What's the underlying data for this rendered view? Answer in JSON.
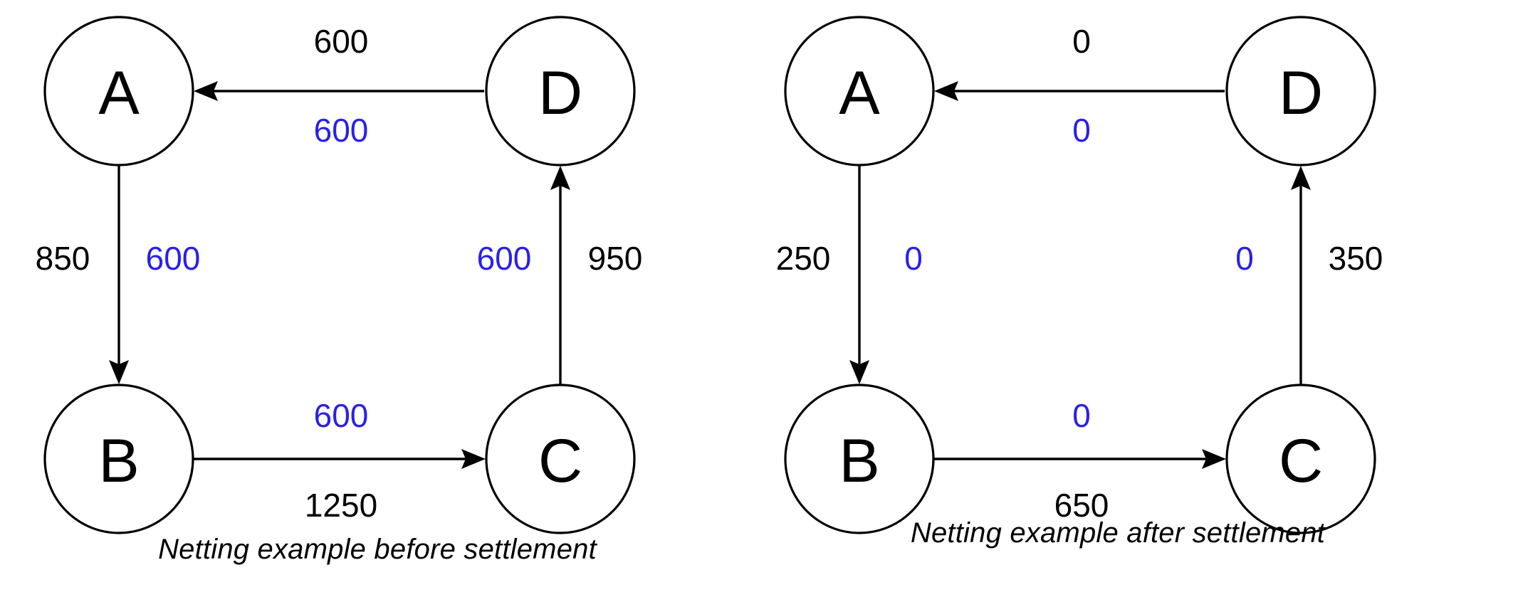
{
  "diagram": {
    "type": "graph-pair",
    "node_labels": {
      "a": "A",
      "b": "B",
      "c": "C",
      "d": "D"
    },
    "colors": {
      "original": "#000000",
      "netted": "#2a20e8",
      "node_stroke": "#000000",
      "background": "#ffffff"
    }
  },
  "panels": [
    {
      "id": "before",
      "caption": "Netting example before settlement",
      "nodes": [
        {
          "id": "a",
          "label": "A"
        },
        {
          "id": "d",
          "label": "D"
        },
        {
          "id": "b",
          "label": "B"
        },
        {
          "id": "c",
          "label": "C"
        }
      ],
      "edges": [
        {
          "id": "d-to-a",
          "from": "D",
          "to": "A",
          "direction": "right-to-left",
          "label_black": "600",
          "label_blue": "600"
        },
        {
          "id": "a-to-b",
          "from": "A",
          "to": "B",
          "direction": "top-to-bottom",
          "label_black": "850",
          "label_blue": "600"
        },
        {
          "id": "b-to-c",
          "from": "B",
          "to": "C",
          "direction": "left-to-right",
          "label_black": "1250",
          "label_blue": "600"
        },
        {
          "id": "c-to-d",
          "from": "C",
          "to": "D",
          "direction": "bottom-to-top",
          "label_black": "950",
          "label_blue": "600"
        }
      ]
    },
    {
      "id": "after",
      "caption": "Netting example after settlement",
      "nodes": [
        {
          "id": "a",
          "label": "A"
        },
        {
          "id": "d",
          "label": "D"
        },
        {
          "id": "b",
          "label": "B"
        },
        {
          "id": "c",
          "label": "C"
        }
      ],
      "edges": [
        {
          "id": "d-to-a",
          "from": "D",
          "to": "A",
          "direction": "right-to-left",
          "label_black": "0",
          "label_blue": "0"
        },
        {
          "id": "a-to-b",
          "from": "A",
          "to": "B",
          "direction": "top-to-bottom",
          "label_black": "250",
          "label_blue": "0"
        },
        {
          "id": "b-to-c",
          "from": "B",
          "to": "C",
          "direction": "left-to-right",
          "label_black": "650",
          "label_blue": "0"
        },
        {
          "id": "c-to-d",
          "from": "C",
          "to": "D",
          "direction": "bottom-to-top",
          "label_black": "350",
          "label_blue": "0"
        }
      ]
    }
  ]
}
